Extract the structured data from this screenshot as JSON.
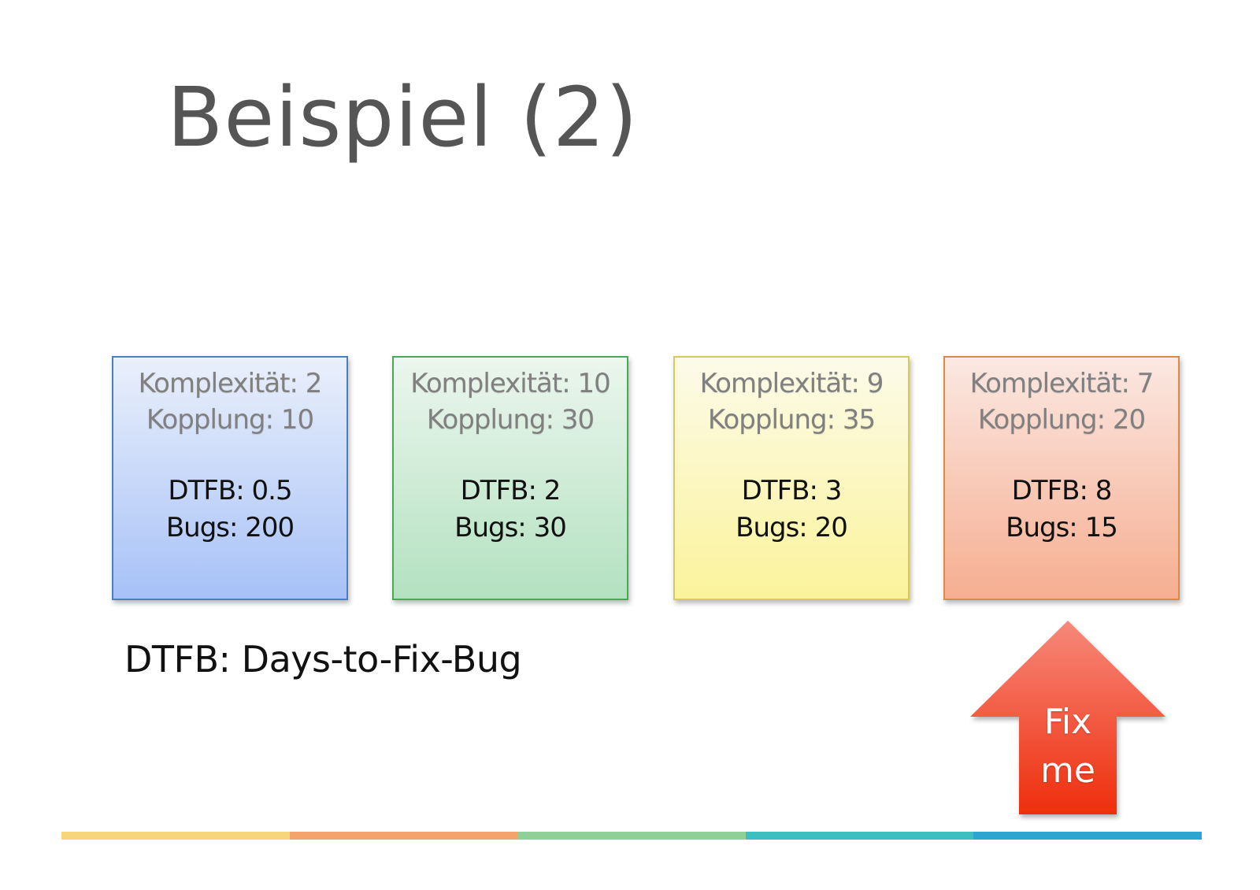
{
  "slide": {
    "title": "Beispiel (2)"
  },
  "cards": [
    {
      "komplexitaet": "Komplexität: 2",
      "kopplung": "Kopplung: 10",
      "dtfb": "DTFB: 0.5",
      "bugs": "Bugs: 200",
      "border_color": "#4a7fc4",
      "fill_color": "#a7c1f7"
    },
    {
      "komplexitaet": "Komplexität: 10",
      "kopplung": "Kopplung: 30",
      "dtfb": "DTFB: 2",
      "bugs": "Bugs: 30",
      "border_color": "#4aa85a",
      "fill_color": "#b3e1c0"
    },
    {
      "komplexitaet": "Komplexität: 9",
      "kopplung": "Kopplung: 35",
      "dtfb": "DTFB: 3",
      "bugs": "Bugs: 20",
      "border_color": "#d6cb58",
      "fill_color": "#fbf39b"
    },
    {
      "komplexitaet": "Komplexität: 7",
      "kopplung": "Kopplung: 20",
      "dtfb": "DTFB: 8",
      "bugs": "Bugs: 15",
      "border_color": "#de8a46",
      "fill_color": "#f6ae91"
    }
  ],
  "legend": "DTFB: Days-to-Fix-Bug",
  "arrow": {
    "line1": "Fix",
    "line2": "me",
    "color_top": "#f7887a",
    "color_bottom": "#ee2e0c"
  },
  "footer_colors": [
    "#f7d57a",
    "#f4a36d",
    "#8fcf98",
    "#3dbfbf",
    "#2ca6d1"
  ]
}
